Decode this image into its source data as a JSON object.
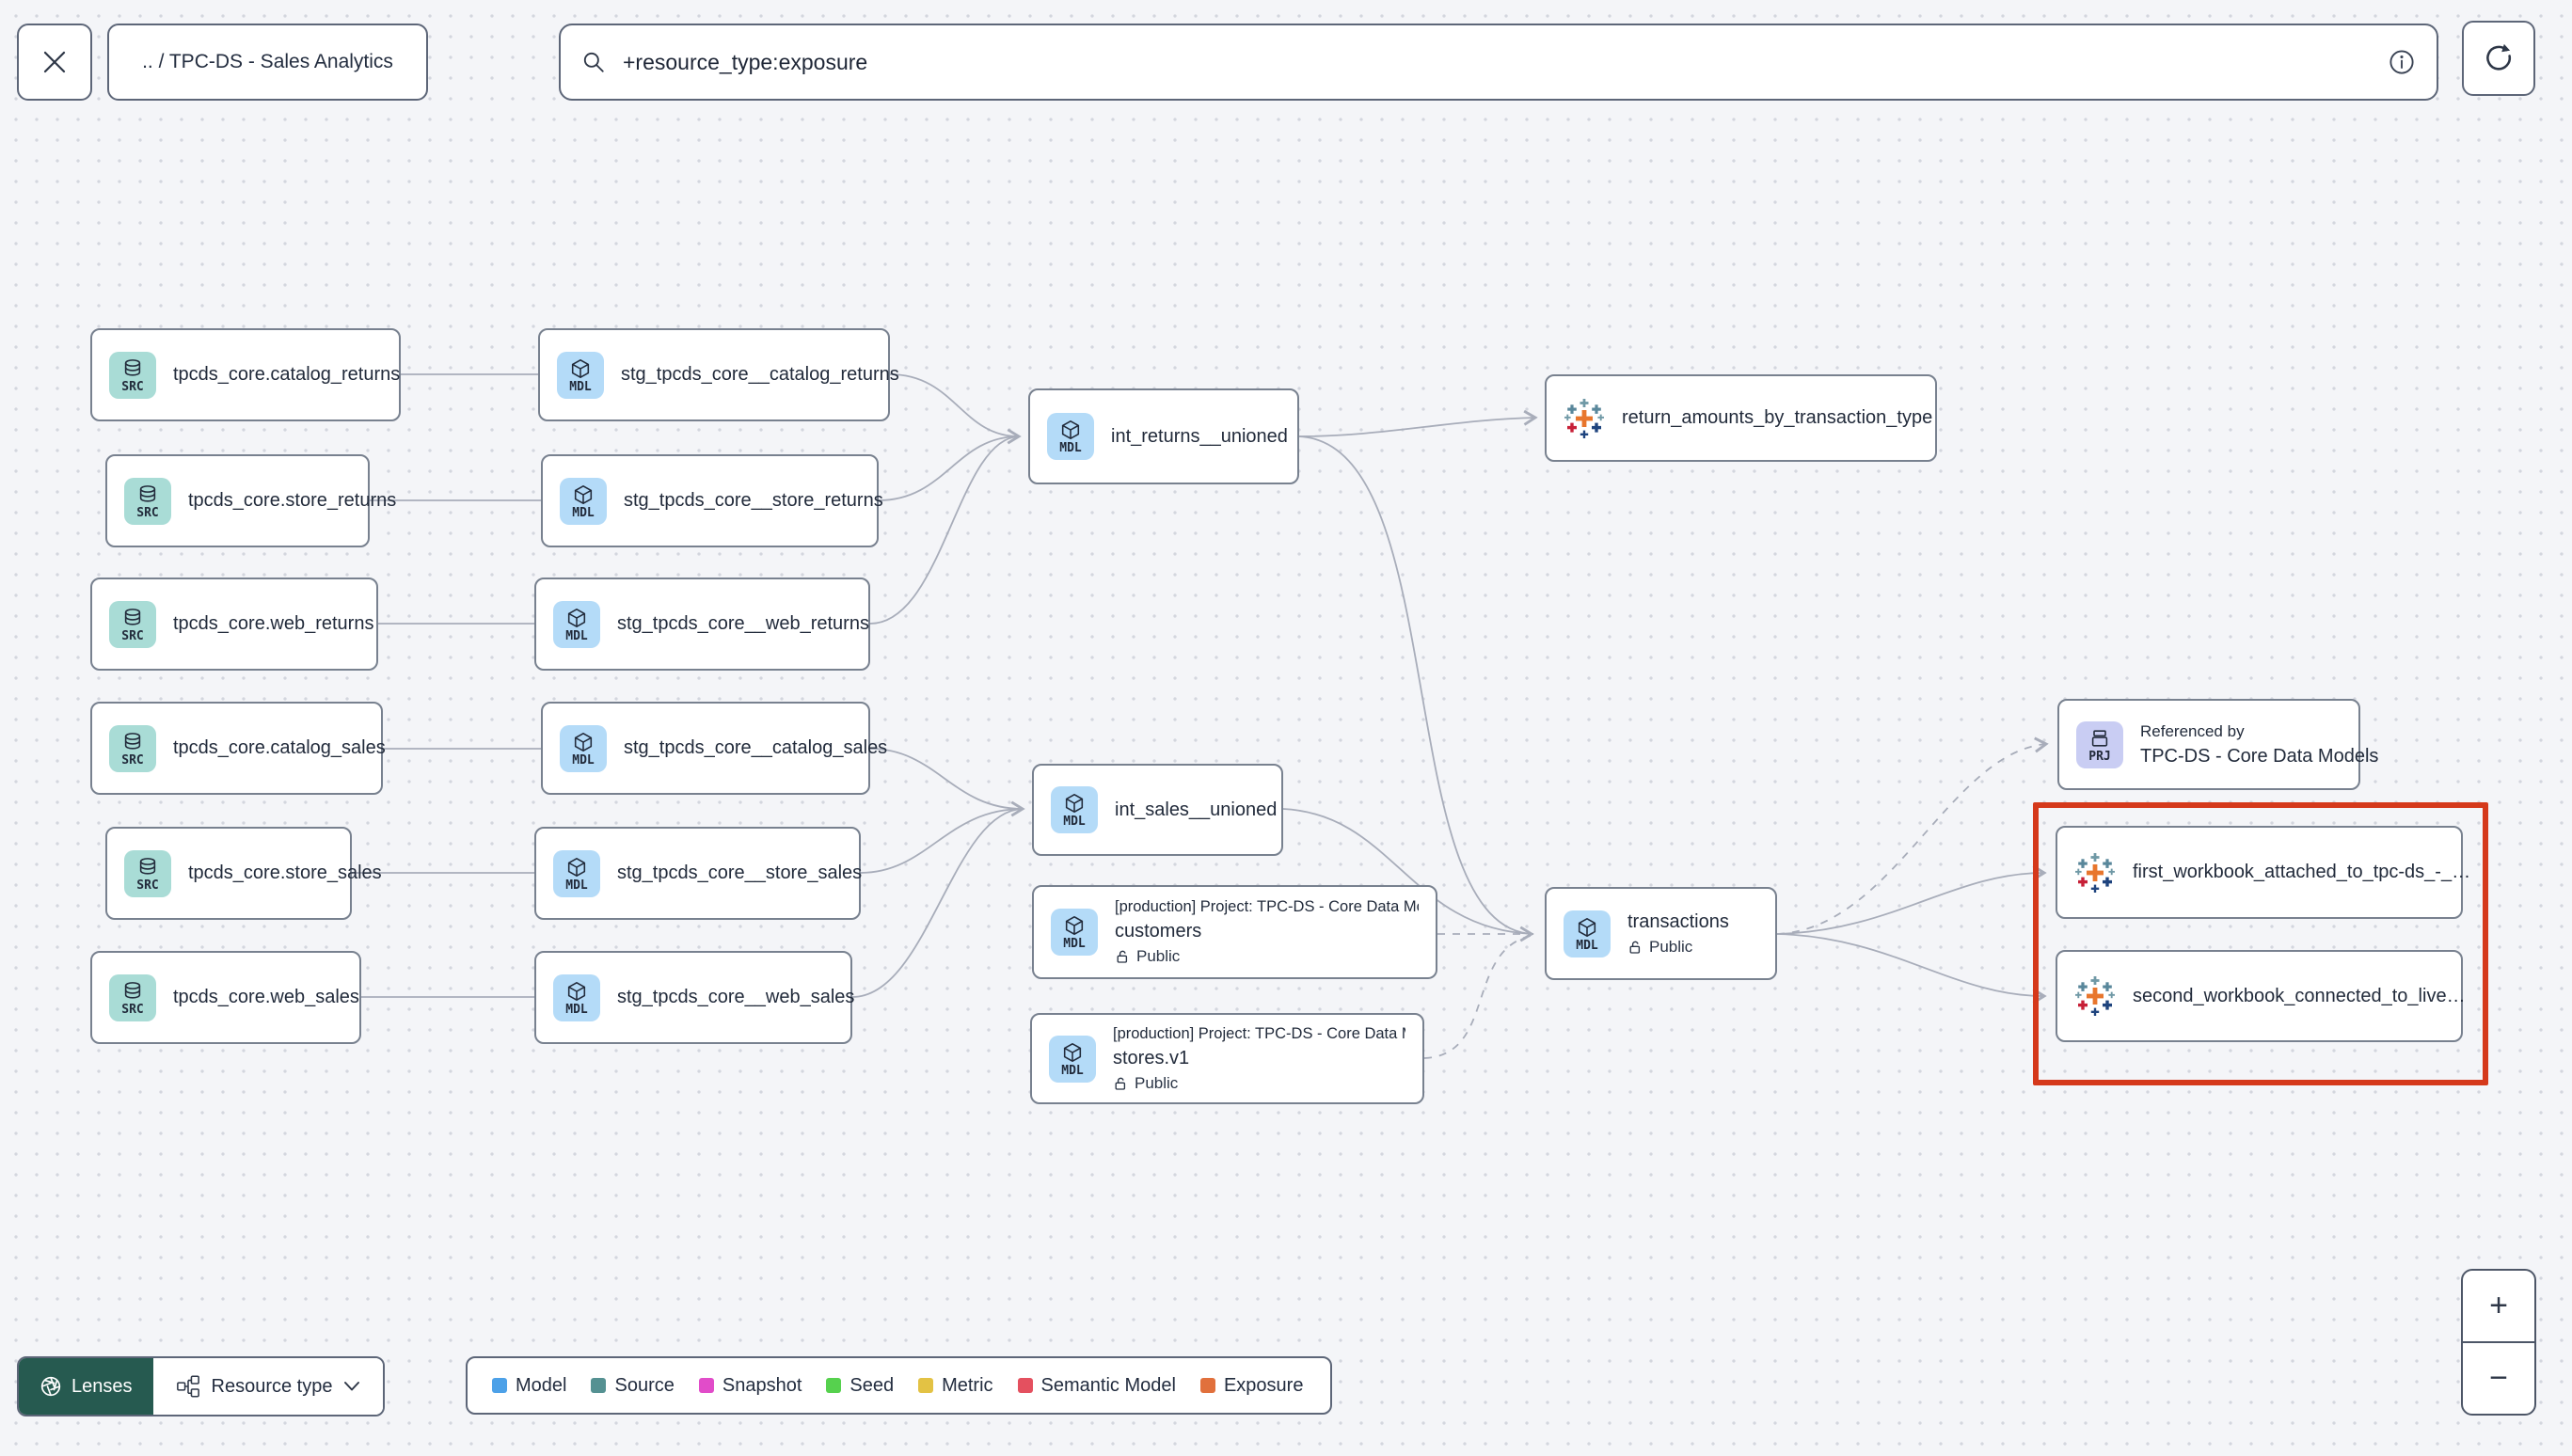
{
  "header": {
    "breadcrumb": ".. / TPC-DS - Sales Analytics",
    "search_value": "+resource_type:exposure"
  },
  "badges": {
    "source": "SRC",
    "model": "MDL",
    "project": "PRJ"
  },
  "nodes": {
    "src_catalog_returns": {
      "label": "tpcds_core.catalog_returns"
    },
    "src_store_returns": {
      "label": "tpcds_core.store_returns"
    },
    "src_web_returns": {
      "label": "tpcds_core.web_returns"
    },
    "src_catalog_sales": {
      "label": "tpcds_core.catalog_sales"
    },
    "src_store_sales": {
      "label": "tpcds_core.store_sales"
    },
    "src_web_sales": {
      "label": "tpcds_core.web_sales"
    },
    "stg_catalog_returns": {
      "label": "stg_tpcds_core__catalog_returns"
    },
    "stg_store_returns": {
      "label": "stg_tpcds_core__store_returns"
    },
    "stg_web_returns": {
      "label": "stg_tpcds_core__web_returns"
    },
    "stg_catalog_sales": {
      "label": "stg_tpcds_core__catalog_sales"
    },
    "stg_store_sales": {
      "label": "stg_tpcds_core__store_sales"
    },
    "stg_web_sales": {
      "label": "stg_tpcds_core__web_sales"
    },
    "int_returns": {
      "label": "int_returns__unioned"
    },
    "int_sales": {
      "label": "int_sales__unioned"
    },
    "return_amounts": {
      "label": "return_amounts_by_transaction_type"
    },
    "customers": {
      "project": "[production] Project: TPC-DS - Core Data Mo…",
      "label": "customers",
      "access": "Public"
    },
    "stores": {
      "project": "[production] Project: TPC-DS - Core Data Mo…",
      "label": "stores.v1",
      "access": "Public"
    },
    "transactions": {
      "label": "transactions",
      "access": "Public"
    },
    "referenced_by": {
      "title": "Referenced by",
      "label": "TPC-DS - Core Data Models"
    },
    "workbook_first": {
      "label": "first_workbook_attached_to_tpc-ds_-_…"
    },
    "workbook_second": {
      "label": "second_workbook_connected_to_live…"
    }
  },
  "footer": {
    "lenses_label": "Lenses",
    "lens_selector_label": "Resource type",
    "legend_items": [
      {
        "label": "Model",
        "color": "#4DA1E8"
      },
      {
        "label": "Source",
        "color": "#559192"
      },
      {
        "label": "Snapshot",
        "color": "#E14CC9"
      },
      {
        "label": "Seed",
        "color": "#56D14E"
      },
      {
        "label": "Metric",
        "color": "#E3C244"
      },
      {
        "label": "Semantic Model",
        "color": "#E4505F"
      },
      {
        "label": "Exposure",
        "color": "#E1703C"
      }
    ]
  },
  "zoom_controls": {
    "zoom_in": "+",
    "zoom_out": "−"
  },
  "highlight_color": "#d5391b"
}
